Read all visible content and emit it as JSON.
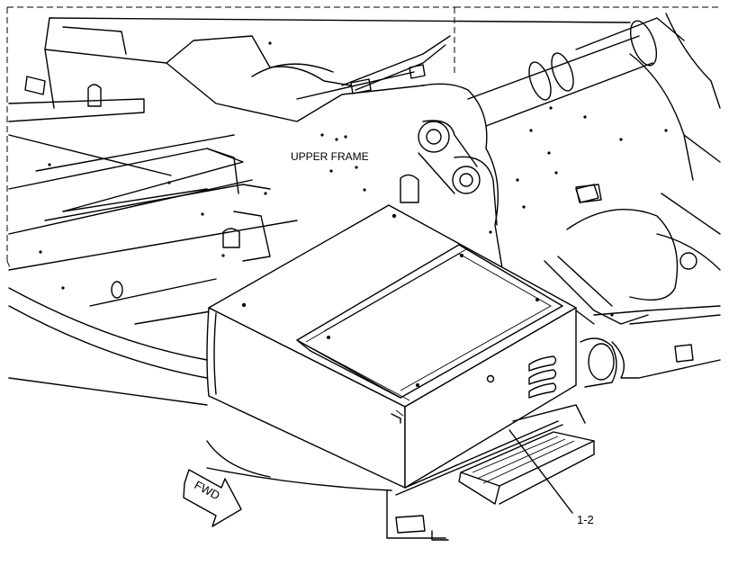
{
  "labels": {
    "upper_frame": "UPPER FRAME",
    "fwd": "FWD",
    "callout": "1-2"
  }
}
